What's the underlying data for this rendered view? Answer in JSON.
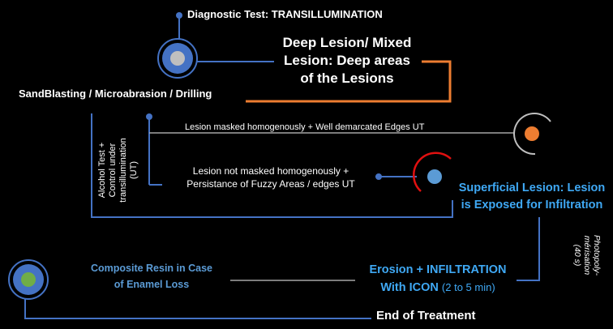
{
  "colors": {
    "background": "#000000",
    "line_blue": "#4472c4",
    "line_orange": "#ed7d31",
    "line_gray": "#a6a6a6",
    "node_red": "#e01010",
    "node_green": "#70ad47",
    "node_gray": "#bfbfbf",
    "text_white": "#ffffff",
    "text_blue": "#3fa9f5",
    "text_light_blue": "#5b9bd5"
  },
  "diagnostic_test": "Diagnostic Test: TRANSILLUMINATION",
  "deep_lesion": {
    "line1": "Deep Lesion/ Mixed",
    "line2": "Lesion: Deep areas",
    "line3": "of the Lesions"
  },
  "sandblasting": "SandBlasting / Microabrasion / Drilling",
  "alcohol_test": {
    "line1": "Alcohol Test +",
    "line2": "Control under",
    "line3": "transillumination",
    "line4": "(UT)"
  },
  "masked_homogenously": "Lesion masked homogenously + Well demarcated Edges UT",
  "not_masked": {
    "line1": "Lesion not masked homogenously +",
    "line2": "Persistance of Fuzzy Areas / edges UT"
  },
  "superficial_lesion": {
    "line1": "Superficial Lesion: Lesion",
    "line2": "is Exposed for Infiltration"
  },
  "photopolymerisation": {
    "line1": "Photopoly-",
    "line2": "mérisation",
    "line3": "(40 s)"
  },
  "erosion": {
    "line1": "Erosion + INFILTRATION",
    "line2_bold": "With ICON",
    "line2_time": "(2 to 5 min)"
  },
  "composite_resin": {
    "line1": "Composite Resin in Case",
    "line2": "of Enamel Loss"
  },
  "end_of_treatment": "End of Treatment"
}
